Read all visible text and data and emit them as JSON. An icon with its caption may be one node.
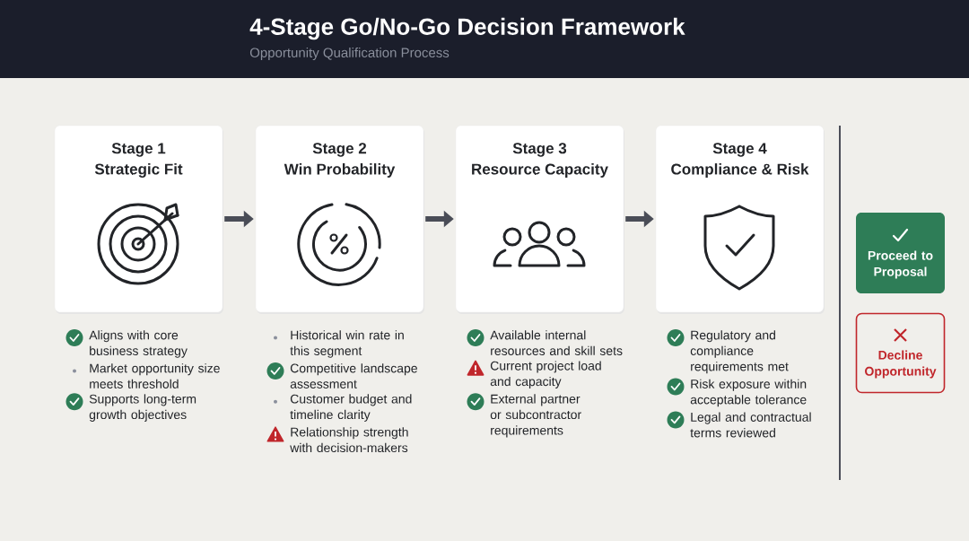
{
  "diagram": {
    "title": "4-Stage Go/No-Go Decision Framework",
    "nodes": [
      {
        "text": [
          "Stage 1",
          "Strategic Fit"
        ],
        "beside": [
          "Aligns with core business strategy",
          "Market opportunity size meets threshold",
          "Supports long-term growth objectives"
        ]
      },
      {
        "text": [
          "Stage 2",
          "Win Probability"
        ],
        "beside": [
          "Historical win rate in this segment",
          "Competitive landscape assessment",
          "Customer budget and timeline clarity",
          "Relationship strength with decision-makers"
        ]
      },
      {
        "text": [
          "Stage 3",
          "Resource Capacity"
        ],
        "beside": [
          "Available internal resources and skill sets",
          "Current project load and capacity",
          "External partner or subcontractor requirements"
        ]
      },
      {
        "text": [
          "Stage 4",
          "Compliance & Risk"
        ],
        "beside": [
          "Regulatory and compliance requirements met",
          "Risk exposure within acceptable tolerance",
          "Legal and contractual terms reviewed"
        ]
      },
      {
        "text": [
          "Proceed to Proposal"
        ]
      },
      {
        "text": [
          "Decline Opportunity"
        ]
      }
    ],
    "edges": [
      {
        "from": 0,
        "to": 1,
        "arrow": "to"
      },
      {
        "from": 1,
        "to": 2,
        "arrow": "to"
      },
      {
        "from": 2,
        "to": 3,
        "arrow": "to"
      }
    ],
    "labels": [
      "Opportunity Qualification Process"
    ]
  }
}
